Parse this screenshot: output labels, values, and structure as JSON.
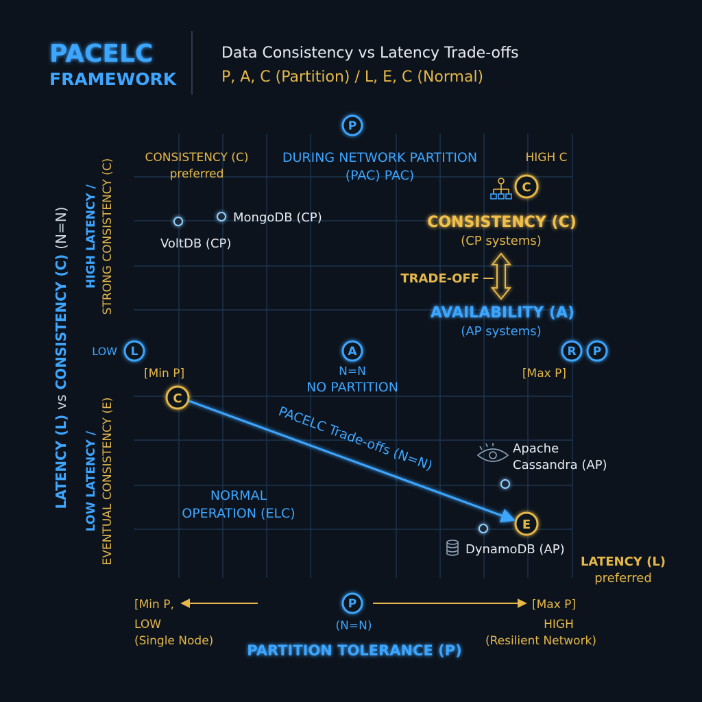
{
  "header": {
    "title_line1": "PACELC",
    "title_line2": "FRAMEWORK",
    "subtitle_line1": "Data Consistency vs Latency Trade-offs",
    "subtitle_line2": "P, A, C (Partition) / L, E, C (Normal)"
  },
  "colors": {
    "background": "#0c131d",
    "blue": "#3ea6ff",
    "gold": "#e6b84a",
    "white": "#e9edf2"
  },
  "y_axis": {
    "outer_label": "LATENCY (L) vs CONSISTENCY (C) (N=N)",
    "outer_label_parts": [
      "LATENCY (L) ",
      "vs",
      " CONSISTENCY (C) ",
      "(N=N)"
    ],
    "upper_line1": "HIGH LATENCY /",
    "upper_line2": "STRONG CONSISTENCY (C)",
    "lower_line1": "LOW LATENCY /",
    "lower_line2": "EVENTUAL CONSISTENCY (E)"
  },
  "x_axis": {
    "title": "PARTITION TOLERANCE (P)",
    "left_bracket": "[Min P,",
    "right_bracket": "[Max P]",
    "center_note": "(N=N)",
    "low_line1": "LOW",
    "low_line2": "(Single Node)",
    "high_line1": "HIGH",
    "high_line2": "(Resilient Network)"
  },
  "markers": {
    "top_p": "P",
    "bottom_p": "P",
    "left_l": "L",
    "center_a": "A",
    "right_r": "R",
    "right_p": "P",
    "c_high": "C",
    "c_low": "C",
    "e_low": "E"
  },
  "labels": {
    "consistency_pref_line1": "CONSISTENCY (C)",
    "consistency_pref_line2": "preferred",
    "partition_line1": "DURING NETWORK PARTITION",
    "partition_line2": "(PAC) PAC)",
    "high_c": "HIGH C",
    "low": "LOW",
    "min_p": "[Min P]",
    "max_p": "[Max P]",
    "no_partition_line1": "N=N",
    "no_partition_line2": "NO PARTITION",
    "normal_line1": "NORMAL",
    "normal_line2": "OPERATION (ELC)",
    "latency_pref_line1": "LATENCY (L)",
    "latency_pref_line2": "preferred",
    "trend": "PACELC Trade-offs (N=N)"
  },
  "tradeoff": {
    "consistency": "CONSISTENCY (C)",
    "cp_systems": "(CP systems)",
    "tradeoff": "TRADE-OFF",
    "availability": "AVAILABILITY (A)",
    "ap_systems": "(AP systems)"
  },
  "systems": [
    {
      "name": "VoltDB (CP)"
    },
    {
      "name": "MongoDB (CP)"
    },
    {
      "name_line1": "Apache",
      "name_line2": "Cassandra (AP)"
    },
    {
      "name": "DynamoDB (AP)"
    }
  ],
  "icons": [
    "network-hierarchy-icon",
    "eye-icon",
    "database-icon",
    "double-arrow-icon",
    "left-arrow-icon",
    "right-arrow-icon"
  ]
}
